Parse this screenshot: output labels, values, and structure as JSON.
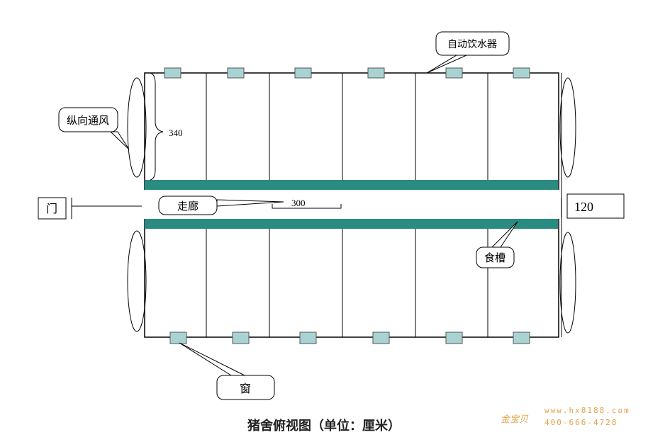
{
  "labels": {
    "water_dispenser": "自动饮水器",
    "longitudinal_ventilation": "纵向通风",
    "door": "门",
    "corridor": "走廊",
    "trough": "食槽",
    "window": "窗",
    "dim_pen_depth": "340",
    "dim_pen_width": "300",
    "dim_corridor": "120"
  },
  "caption": "猪舍俯视图（单位：厘米）",
  "watermark": {
    "logo": "金宝贝",
    "url": "www.hx8188.com",
    "phone": "400-666-4728"
  },
  "colors": {
    "trough": "#2a8c80",
    "window": "#a9d3d3",
    "watermark": "#e0a24a"
  }
}
